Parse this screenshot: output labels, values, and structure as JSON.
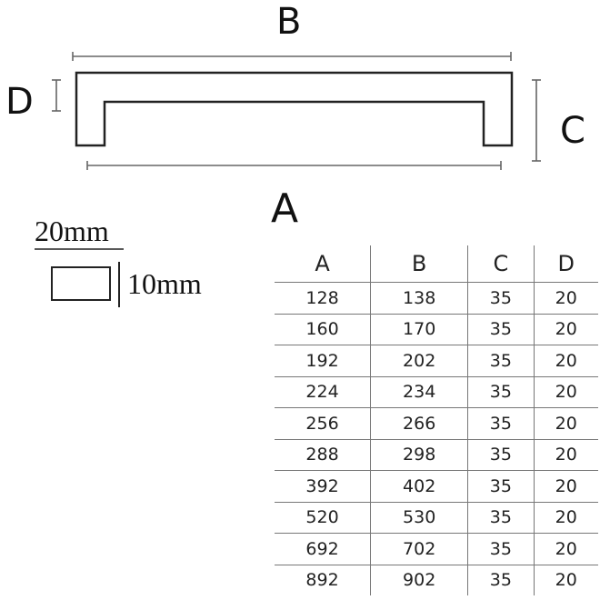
{
  "diagram": {
    "labels": {
      "width_a": "A",
      "width_b": "B",
      "height_c": "C",
      "thickness_d": "D"
    },
    "profile": {
      "width": "20mm",
      "height": "10mm"
    }
  },
  "table": {
    "headers": [
      "A",
      "B",
      "C",
      "D"
    ],
    "rows": [
      [
        "128",
        "138",
        "35",
        "20"
      ],
      [
        "160",
        "170",
        "35",
        "20"
      ],
      [
        "192",
        "202",
        "35",
        "20"
      ],
      [
        "224",
        "234",
        "35",
        "20"
      ],
      [
        "256",
        "266",
        "35",
        "20"
      ],
      [
        "288",
        "298",
        "35",
        "20"
      ],
      [
        "392",
        "402",
        "35",
        "20"
      ],
      [
        "520",
        "530",
        "35",
        "20"
      ],
      [
        "692",
        "702",
        "35",
        "20"
      ],
      [
        "892",
        "902",
        "35",
        "20"
      ]
    ]
  }
}
